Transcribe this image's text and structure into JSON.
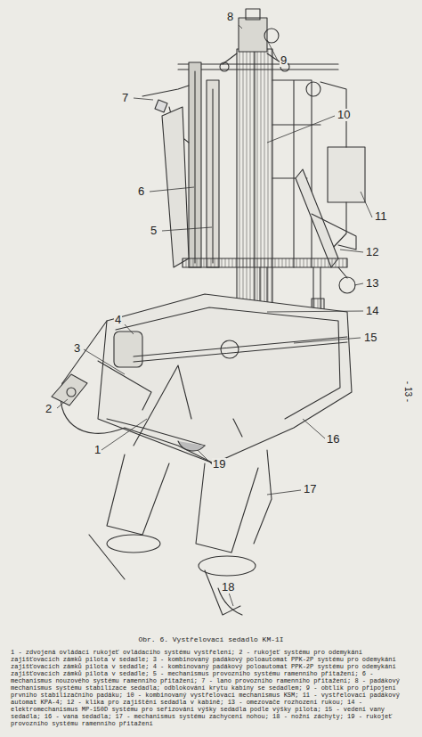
{
  "diagram": {
    "title": "Obr. 6. Vystřelovací sedadlo KM-1I",
    "caption": "1 - zdvojená ovládací rukojeť ovládacího systému vystřelení; 2 - rukojeť systému pro odemykání zajišťovacích zámků pilota v sedadle; 3 - kombinovaný padákový poloautomat PPK-2P systému pro odemykání zajišťovacích zámků pilota v sedadle; 4 - kombinovaný padákový poloautomat PPK-2P systému pro odemykání zajišťovacích zámků pilota v sedadle; 5 - mechanismus provozního systému ramenního přitažení; 6 - mechanismus nouzového systému ramenního přitažení; 7 - lano provozního ramenního přitažení; 8 - padákový mechanismus systému stabilizace sedadla; odblokování krytu kabiny se sedadlem; 9 - obtlík pro připojení prvního stabilizačního padáku; 10 - kombinovaný vystřelovací mechanismus KSM; 11 - vystřelovací padákový automat KPA-4; 12 - klika pro zajištění sedadla v kabině; 13 - omezovače rozhození rukou; 14 - elektromechanismus MP-150D systému pro seřizování výšky sedadla podle výšky pilota; 15 - vedení vany sedadla; 16 - vana sedadla; 17 - mechanismus systému zachycení nohou; 18 - nožní záchyty; 19 - rukojeť provozního systému ramenního přitažení",
    "labels": [
      "1",
      "2",
      "3",
      "4",
      "5",
      "6",
      "7",
      "8",
      "9",
      "10",
      "11",
      "12",
      "13",
      "14",
      "15",
      "16",
      "17",
      "18",
      "19",
      "- 13 -"
    ]
  }
}
